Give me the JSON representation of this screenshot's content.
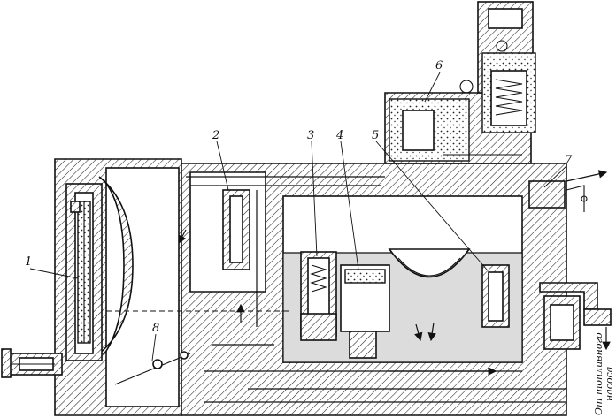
{
  "diagram": {
    "labels": [
      {
        "id": "1",
        "text": "1"
      },
      {
        "id": "2",
        "text": "2"
      },
      {
        "id": "3",
        "text": "3"
      },
      {
        "id": "4",
        "text": "4"
      },
      {
        "id": "5",
        "text": "5"
      },
      {
        "id": "6",
        "text": "6"
      },
      {
        "id": "7",
        "text": "7"
      },
      {
        "id": "8",
        "text": "8"
      }
    ],
    "inlet_note_line1": "От топливного",
    "inlet_note_line2": "насоса"
  }
}
